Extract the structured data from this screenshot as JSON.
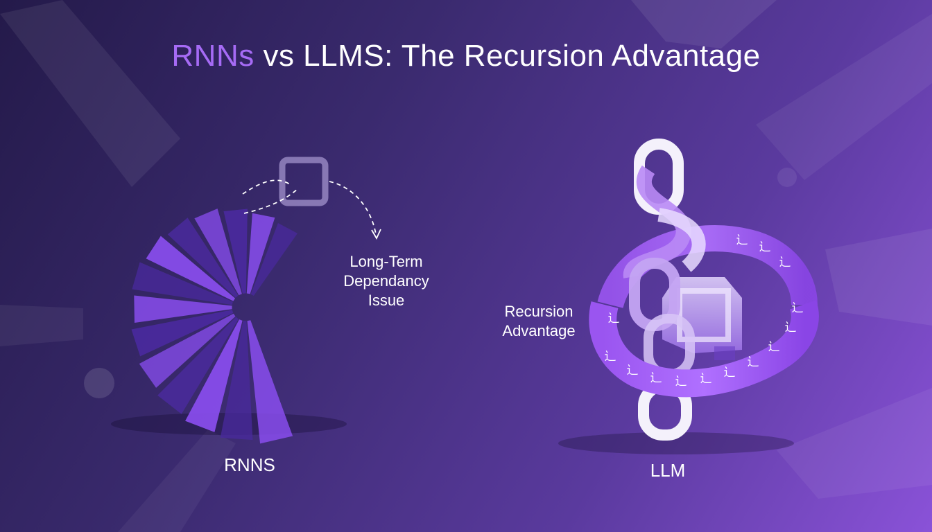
{
  "title": {
    "accent": "RNNs",
    "rest": " vs LLMS: The Recursion Advantage"
  },
  "left": {
    "caption": "RNNS",
    "annotation": [
      "Long-Term",
      "Dependancy",
      "Issue"
    ]
  },
  "right": {
    "caption": "LLM",
    "annotation": [
      "Recursion",
      "Advantage"
    ],
    "ribbon_glyph": "辶"
  },
  "colors": {
    "accent": "#a66bf5",
    "bg_start": "#241a4a",
    "bg_end": "#8a52d8",
    "segment_dark": "#4a2a9e",
    "segment_light": "#8a4ef0"
  }
}
